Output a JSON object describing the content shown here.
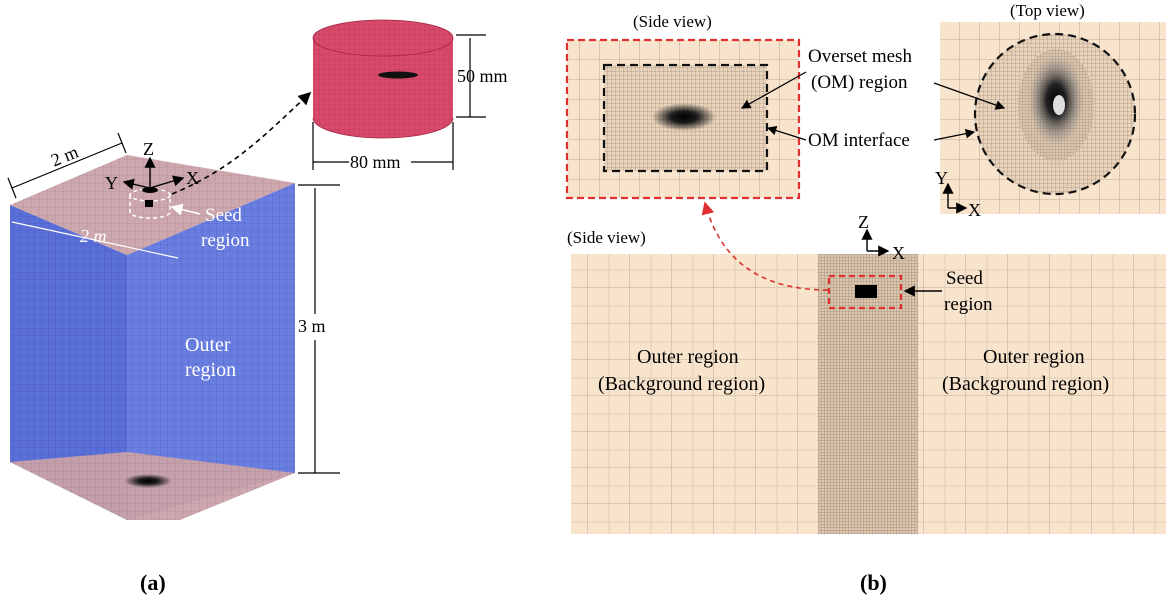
{
  "panel_a": {
    "caption": "(a)",
    "dim_width_1": "2 m",
    "dim_width_2": "2 m",
    "dim_height": "3 m",
    "axis_z": "Z",
    "axis_y": "Y",
    "axis_x": "X",
    "seed_label_1": "Seed",
    "seed_label_2": "region",
    "outer_label_1": "Outer",
    "outer_label_2": "region",
    "cyl_height": "50 mm",
    "cyl_diameter": "80 mm"
  },
  "panel_b": {
    "caption": "(b)",
    "side_view_top": "(Side view)",
    "top_view": "(Top view)",
    "om_region_1": "Overset mesh",
    "om_region_2": "(OM) region",
    "om_interface": "OM interface",
    "axis_top_y": "Y",
    "axis_top_x": "X",
    "side_view_bottom": "(Side view)",
    "axis_side_z": "Z",
    "axis_side_x": "X",
    "seed_1": "Seed",
    "seed_2": "region",
    "outer_left_1": "Outer region",
    "outer_left_2": "(Background region)",
    "outer_right_1": "Outer region",
    "outer_right_2": "(Background region)"
  },
  "colors": {
    "box_blue": "#5a6fd8",
    "box_top_pink": "#c8a0a8",
    "cylinder_red": "#d94a6a",
    "mesh_bg": "#f8e4cc",
    "dash_red": "#e03030"
  }
}
